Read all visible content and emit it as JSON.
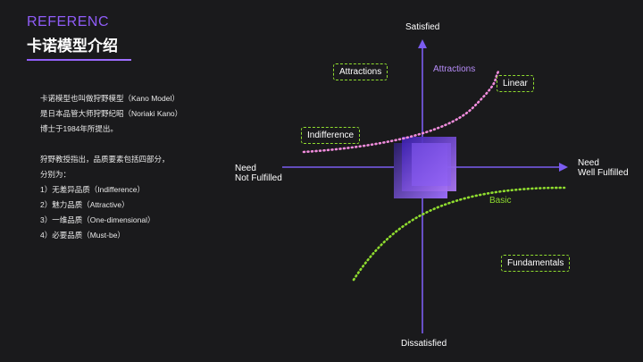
{
  "header": {
    "eyebrow": "REFERENC",
    "title": "卡诺模型介绍"
  },
  "description": {
    "lines_a": [
      "卡诺模型也叫做狩野模型（Kano Model）",
      "是日本品管大师狩野纪昭（Noriaki Kano）",
      "博士于1984年所提出。"
    ],
    "lines_b": [
      "狩野教授指出，品质要素包括四部分，",
      "分别为：",
      "1）无差异品质（Indifference）",
      "2）魅力品质（Attractive）",
      "3）一维品质（One-dimensional）",
      "4）必要品质（Must-be）"
    ]
  },
  "diagram": {
    "axis_top": "Satisfied",
    "axis_bottom": "Dissatisfied",
    "axis_left_1": "Need",
    "axis_left_2": "Not Fulfilled",
    "axis_right_1": "Need",
    "axis_right_2": "Well Fulfilled",
    "box_attractions": "Attractions",
    "box_linear": "Linear",
    "box_indifference": "Indifference",
    "box_fundamentals": "Fundamentals",
    "curve_attractions": "Attractions",
    "curve_basic": "Basic",
    "colors": {
      "accent": "#8f5cf7",
      "attractions_curve": "#f08cdc",
      "basic_curve": "#8fdc2f",
      "axis": "#7b5cf0"
    }
  }
}
